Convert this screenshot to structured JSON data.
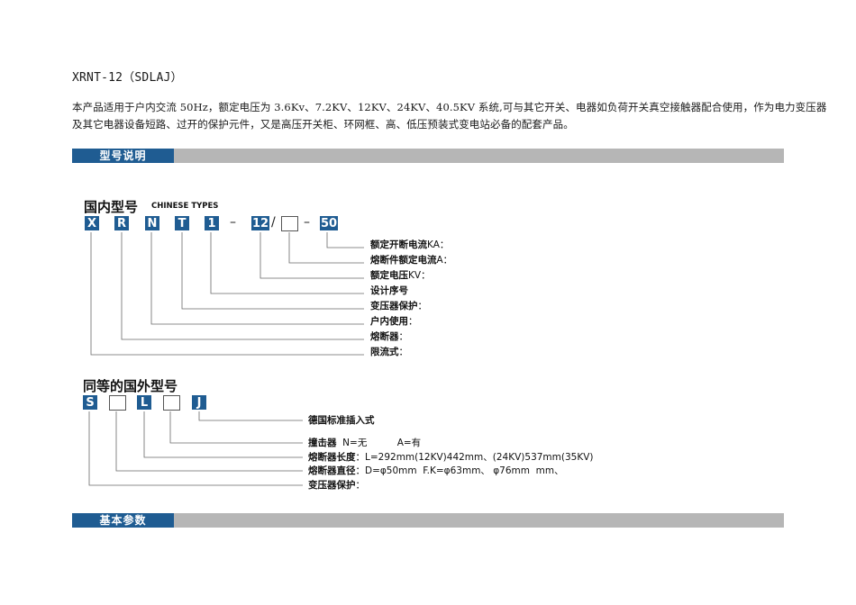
{
  "doc_title": "XRNT-12（SDLAJ）",
  "intro_line1": "本产品适用于户内交流 50Hz，额定电压为 3.6Kv、7.2KV、12KV、24KV、40.5KV 系统,可与其它开关、电器如负荷开关真空接触器配合使用，作为电力变压器",
  "intro_line2": "及其它电器设备短路、过开的保护元件，又是高压开关柜、环网框、高、低压预装式变电站必备的配套产品。",
  "section_model": "型号说明",
  "section_params": "基本参数",
  "domestic": {
    "title_cn": "国内型号",
    "title_en": "CHINESE TYPES",
    "codes": [
      "X",
      "R",
      "N",
      "T",
      "1",
      "12",
      "",
      "50"
    ],
    "dash": "–",
    "slash": "/",
    "labels": [
      {
        "bold": "额定开断电流",
        "normal": "KA："
      },
      {
        "bold": "熔断件额定电流",
        "normal": "A："
      },
      {
        "bold": "额定电压",
        "normal": "KV："
      },
      {
        "bold": "设计序号",
        "normal": ""
      },
      {
        "bold": "变压器保护",
        "normal": "："
      },
      {
        "bold": "户内使用",
        "normal": "："
      },
      {
        "bold": "熔断器",
        "normal": "："
      },
      {
        "bold": "限流式",
        "normal": "："
      }
    ]
  },
  "foreign": {
    "title_cn": "同等的国外型号",
    "codes": [
      "S",
      "",
      "L",
      "",
      "J"
    ],
    "labels": [
      {
        "bold": "德国标准插入式",
        "normal": ""
      },
      {
        "bold": "撞击器",
        "normal": "  N=无          A=有"
      },
      {
        "bold": "熔断器长度",
        "normal": "：L=292mm(12KV)442mm、(24KV)537mm(35KV)"
      },
      {
        "bold": "熔断器直径",
        "normal": "：D=φ50mm  F.K=φ63mm、 φ76mm  mm、"
      },
      {
        "bold": "变压器保护",
        "normal": "："
      }
    ]
  }
}
